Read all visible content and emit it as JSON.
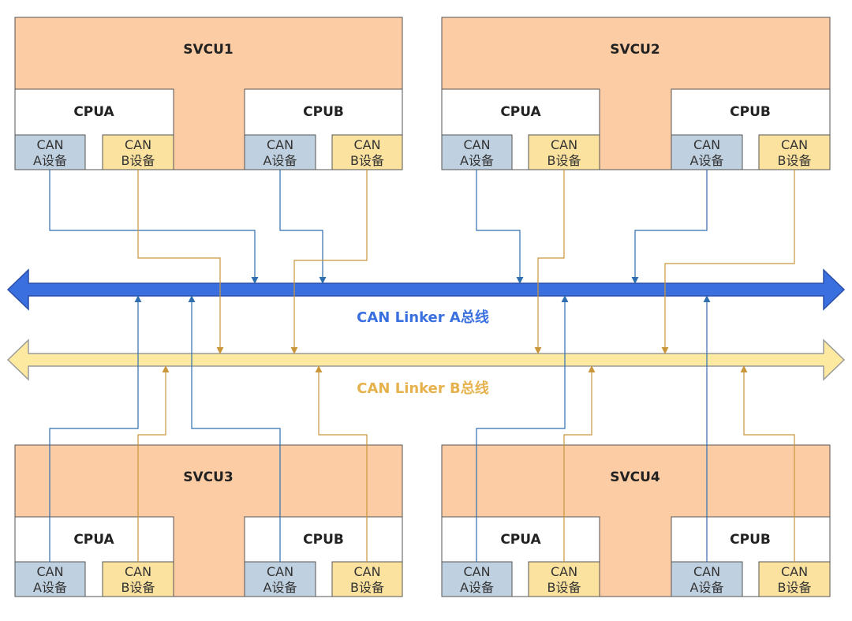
{
  "units": [
    {
      "name": "SVCU1",
      "cpus": [
        {
          "label": "CPUA",
          "devices": [
            {
              "line1": "CAN",
              "line2": "A设备"
            },
            {
              "line1": "CAN",
              "line2": "B设备"
            }
          ]
        },
        {
          "label": "CPUB",
          "devices": [
            {
              "line1": "CAN",
              "line2": "A设备"
            },
            {
              "line1": "CAN",
              "line2": "B设备"
            }
          ]
        }
      ]
    },
    {
      "name": "SVCU2",
      "cpus": [
        {
          "label": "CPUA",
          "devices": [
            {
              "line1": "CAN",
              "line2": "A设备"
            },
            {
              "line1": "CAN",
              "line2": "B设备"
            }
          ]
        },
        {
          "label": "CPUB",
          "devices": [
            {
              "line1": "CAN",
              "line2": "A设备"
            },
            {
              "line1": "CAN",
              "line2": "B设备"
            }
          ]
        }
      ]
    },
    {
      "name": "SVCU3",
      "cpus": [
        {
          "label": "CPUA",
          "devices": [
            {
              "line1": "CAN",
              "line2": "A设备"
            },
            {
              "line1": "CAN",
              "line2": "B设备"
            }
          ]
        },
        {
          "label": "CPUB",
          "devices": [
            {
              "line1": "CAN",
              "line2": "A设备"
            },
            {
              "line1": "CAN",
              "line2": "B设备"
            }
          ]
        }
      ]
    },
    {
      "name": "SVCU4",
      "cpus": [
        {
          "label": "CPUA",
          "devices": [
            {
              "line1": "CAN",
              "line2": "A设备"
            },
            {
              "line1": "CAN",
              "line2": "B设备"
            }
          ]
        },
        {
          "label": "CPUB",
          "devices": [
            {
              "line1": "CAN",
              "line2": "A设备"
            },
            {
              "line1": "CAN",
              "line2": "B设备"
            }
          ]
        }
      ]
    }
  ],
  "buses": {
    "a": {
      "label": "CAN Linker A总线",
      "color": "#3a6fe0",
      "line_color": "#2f6fb0"
    },
    "b": {
      "label": "CAN Linker B总线",
      "color": "#e6b24e",
      "line_color": "#c9963a"
    }
  },
  "colors": {
    "unit_fill": "#fccca4",
    "cpu_fill": "#ffffff",
    "device_a_fill": "#bfd0e0",
    "device_b_fill": "#fbe29e",
    "outline": "#555555"
  }
}
